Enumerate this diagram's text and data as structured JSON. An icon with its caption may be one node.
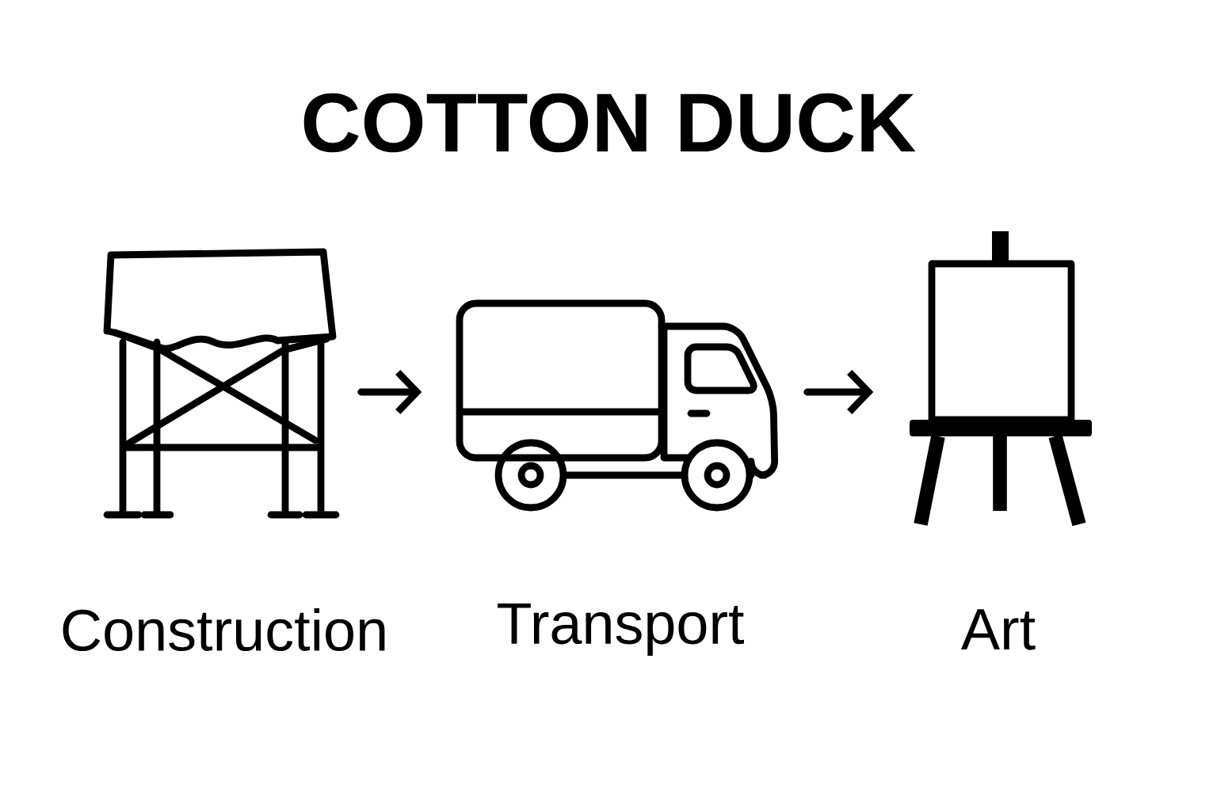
{
  "diagram": {
    "title": "COTTON DUCK",
    "nodes": [
      {
        "text": [],
        "shape": "picture",
        "beside": [
          "Construction"
        ]
      },
      {
        "text": [],
        "shape": "picture",
        "beside": [
          "Transport"
        ]
      },
      {
        "text": [],
        "shape": "picture",
        "beside": [
          "Art"
        ]
      }
    ],
    "edges": [
      {
        "from": 0,
        "to": 1,
        "arrow": "to"
      },
      {
        "from": 1,
        "to": 2,
        "arrow": "to"
      }
    ]
  }
}
